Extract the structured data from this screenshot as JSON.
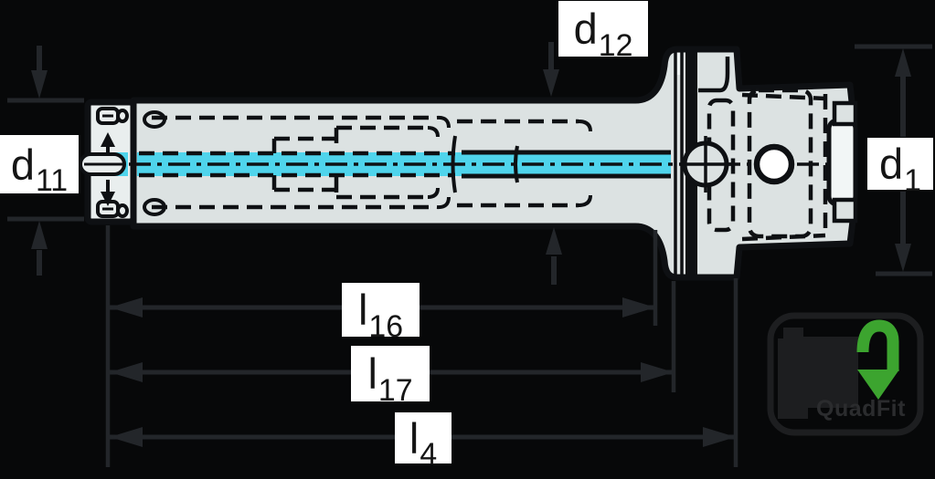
{
  "drawing": {
    "kind": "tool-holder-cross-section-technical-drawing"
  },
  "labels": {
    "d11": {
      "base": "d",
      "sub": "11"
    },
    "d12": {
      "base": "d",
      "sub": "12"
    },
    "d1": {
      "base": "d",
      "sub": "1"
    },
    "l16": {
      "base": "l",
      "sub": "16"
    },
    "l17": {
      "base": "l",
      "sub": "17"
    },
    "l4": {
      "base": "l",
      "sub": "4"
    }
  },
  "logo": {
    "text": "QuadFit"
  },
  "colors": {
    "bg": "#070809",
    "body": "#dce2e2",
    "head": "#e9eeee",
    "ink": "#0e1013",
    "cyan": "#4fd4ec",
    "dim": "#23262a",
    "label-bg": "#ffffff",
    "label-ink": "#151515",
    "logo-ink": "#1d1e20",
    "logo-text": "#2b2c2e",
    "green": "#3ca42f"
  }
}
